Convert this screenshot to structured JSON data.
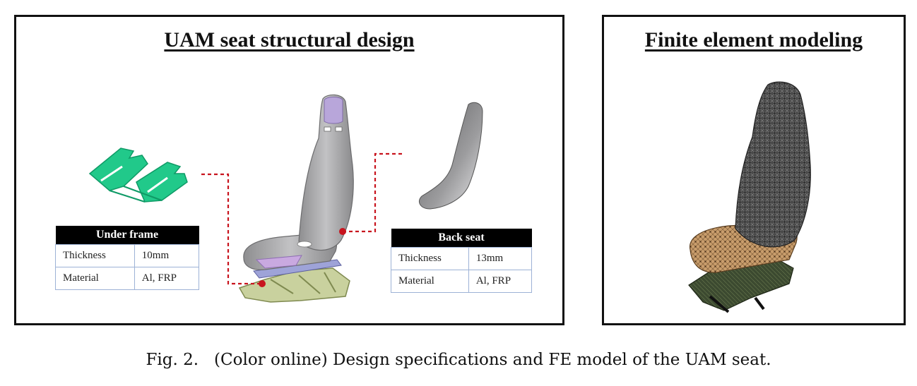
{
  "left_panel": {
    "title": "UAM seat structural design"
  },
  "right_panel": {
    "title": "Finite element modeling"
  },
  "under_frame_table": {
    "header": "Under frame",
    "rows": [
      {
        "label": "Thickness",
        "value": "10mm"
      },
      {
        "label": "Material",
        "value": "Al, FRP"
      }
    ]
  },
  "back_seat_table": {
    "header": "Back seat",
    "rows": [
      {
        "label": "Thickness",
        "value": "13mm"
      },
      {
        "label": "Material",
        "value": "Al, FRP"
      }
    ]
  },
  "caption": {
    "label": "Fig. 2.",
    "text": "(Color online) Design specifications and FE model of the UAM seat."
  },
  "colors": {
    "under_frame_green": "#21c98a",
    "seat_grey": "#a7a7a9",
    "headrest_purple": "#b8a6da",
    "leader_red": "#c8141e",
    "mesh_dark": "#3a3a3a",
    "mesh_tan": "#b48a5c",
    "frame_khaki": "#c9d19e"
  }
}
